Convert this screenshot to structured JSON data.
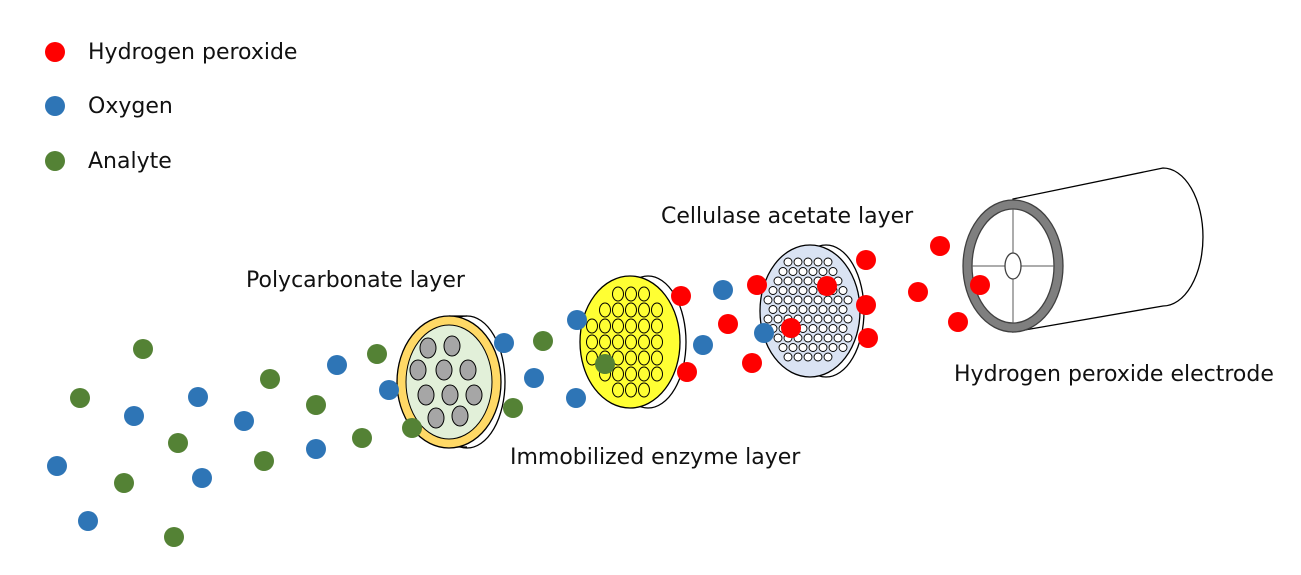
{
  "legend": {
    "items": [
      {
        "label": "Hydrogen peroxide",
        "color": "#ff0000"
      },
      {
        "label": "Oxygen",
        "color": "#2e75b6"
      },
      {
        "label": "Analyte",
        "color": "#548235"
      }
    ]
  },
  "labels": {
    "polycarbonate": "Polycarbonate layer",
    "enzyme": "Immobilized enzyme layer",
    "cellulase": "Cellulase acetate layer",
    "electrode": "Hydrogen peroxide electrode"
  },
  "colors": {
    "hydrogen_peroxide": "#ff0000",
    "oxygen": "#2e75b6",
    "analyte": "#548235",
    "polycarbonate_rim": "#ffd966",
    "polycarbonate_face": "#e2f0d9",
    "polycarbonate_pore": "#a6a6a6",
    "enzyme_face": "#ffff33",
    "cellulase_face": "#dae3f3",
    "electrode_ring": "#808080"
  }
}
